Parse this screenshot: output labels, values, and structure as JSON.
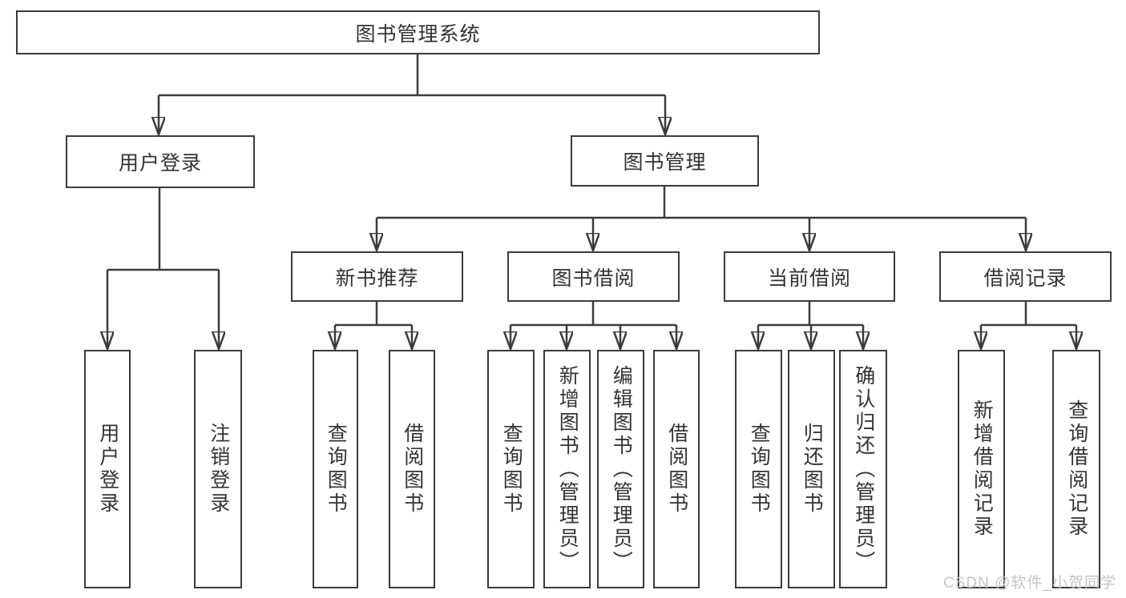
{
  "diagram": {
    "type": "functional-structure-tree",
    "watermark": "CSDN @软件_小贺同学",
    "colors": {
      "line": "#3b3b3b",
      "box_border": "#3b3b3b",
      "text": "#333333",
      "background": "#ffffff",
      "watermark": "#c4c4c4"
    }
  },
  "nodes": {
    "root": "图书管理系统",
    "user_login": "用户登录",
    "book_management": "图书管理",
    "new_book_recommend": "新书推荐",
    "book_borrowing": "图书借阅",
    "current_borrowing": "当前借阅",
    "borrowing_records": "借阅记录",
    "leaf_user_login": "用户登录",
    "leaf_logout_login": "注销登录",
    "leaf_nbr_query_books": "查询图书",
    "leaf_nbr_borrow_books": "借阅图书",
    "leaf_bb_query_books": "查询图书",
    "leaf_bb_add_books_admin": "新增图书（管理员）",
    "leaf_bb_edit_books_admin": "编辑图书（管理员）",
    "leaf_bb_borrow_books": "借阅图书",
    "leaf_cb_query_books": "查询图书",
    "leaf_cb_return_books": "归还图书",
    "leaf_cb_confirm_return_admin": "确认归还（管理员）",
    "leaf_br_add_record": "新增借阅记录",
    "leaf_br_query_record": "查询借阅记录"
  },
  "hierarchy": {
    "图书管理系统": {
      "用户登录": [
        "用户登录",
        "注销登录"
      ],
      "图书管理": {
        "新书推荐": [
          "查询图书",
          "借阅图书"
        ],
        "图书借阅": [
          "查询图书",
          "新增图书（管理员）",
          "编辑图书（管理员）",
          "借阅图书"
        ],
        "当前借阅": [
          "查询图书",
          "归还图书",
          "确认归还（管理员）"
        ],
        "借阅记录": [
          "新增借阅记录",
          "查询借阅记录"
        ]
      }
    }
  }
}
